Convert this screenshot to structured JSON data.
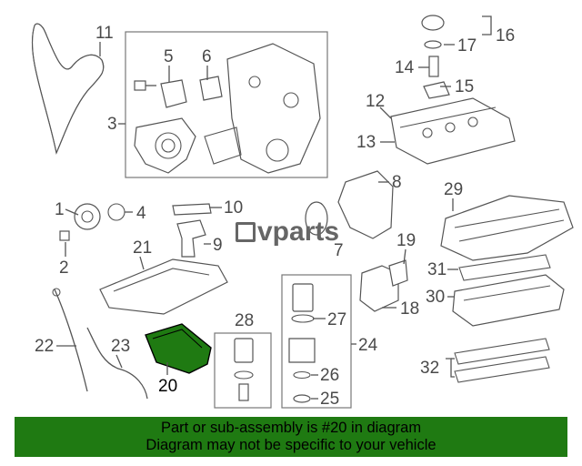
{
  "logo": {
    "text": "VPARTS"
  },
  "callouts": [
    {
      "id": "c1",
      "label": "1"
    },
    {
      "id": "c2",
      "label": "2"
    },
    {
      "id": "c3",
      "label": "3"
    },
    {
      "id": "c4",
      "label": "4"
    },
    {
      "id": "c5",
      "label": "5"
    },
    {
      "id": "c6",
      "label": "6"
    },
    {
      "id": "c7",
      "label": "7"
    },
    {
      "id": "c8",
      "label": "8"
    },
    {
      "id": "c9",
      "label": "9"
    },
    {
      "id": "c10",
      "label": "10"
    },
    {
      "id": "c11",
      "label": "11"
    },
    {
      "id": "c12",
      "label": "12"
    },
    {
      "id": "c13",
      "label": "13"
    },
    {
      "id": "c14",
      "label": "14"
    },
    {
      "id": "c15",
      "label": "15"
    },
    {
      "id": "c16",
      "label": "16"
    },
    {
      "id": "c17",
      "label": "17"
    },
    {
      "id": "c18",
      "label": "18"
    },
    {
      "id": "c19",
      "label": "19"
    },
    {
      "id": "c20",
      "label": "20"
    },
    {
      "id": "c21",
      "label": "21"
    },
    {
      "id": "c22",
      "label": "22"
    },
    {
      "id": "c23",
      "label": "23"
    },
    {
      "id": "c24",
      "label": "24"
    },
    {
      "id": "c25",
      "label": "25"
    },
    {
      "id": "c26",
      "label": "26"
    },
    {
      "id": "c27",
      "label": "27"
    },
    {
      "id": "c28",
      "label": "28"
    },
    {
      "id": "c29",
      "label": "29"
    },
    {
      "id": "c30",
      "label": "30"
    },
    {
      "id": "c31",
      "label": "31"
    },
    {
      "id": "c32",
      "label": "32"
    }
  ],
  "highlight_part": "20",
  "colors": {
    "banner": "#1f7a12",
    "highlight": "#1f7a12",
    "line": "#555555"
  },
  "banner": {
    "line1": "Part or sub-assembly is #20 in diagram",
    "line2": "Diagram may not be specific to your vehicle"
  }
}
